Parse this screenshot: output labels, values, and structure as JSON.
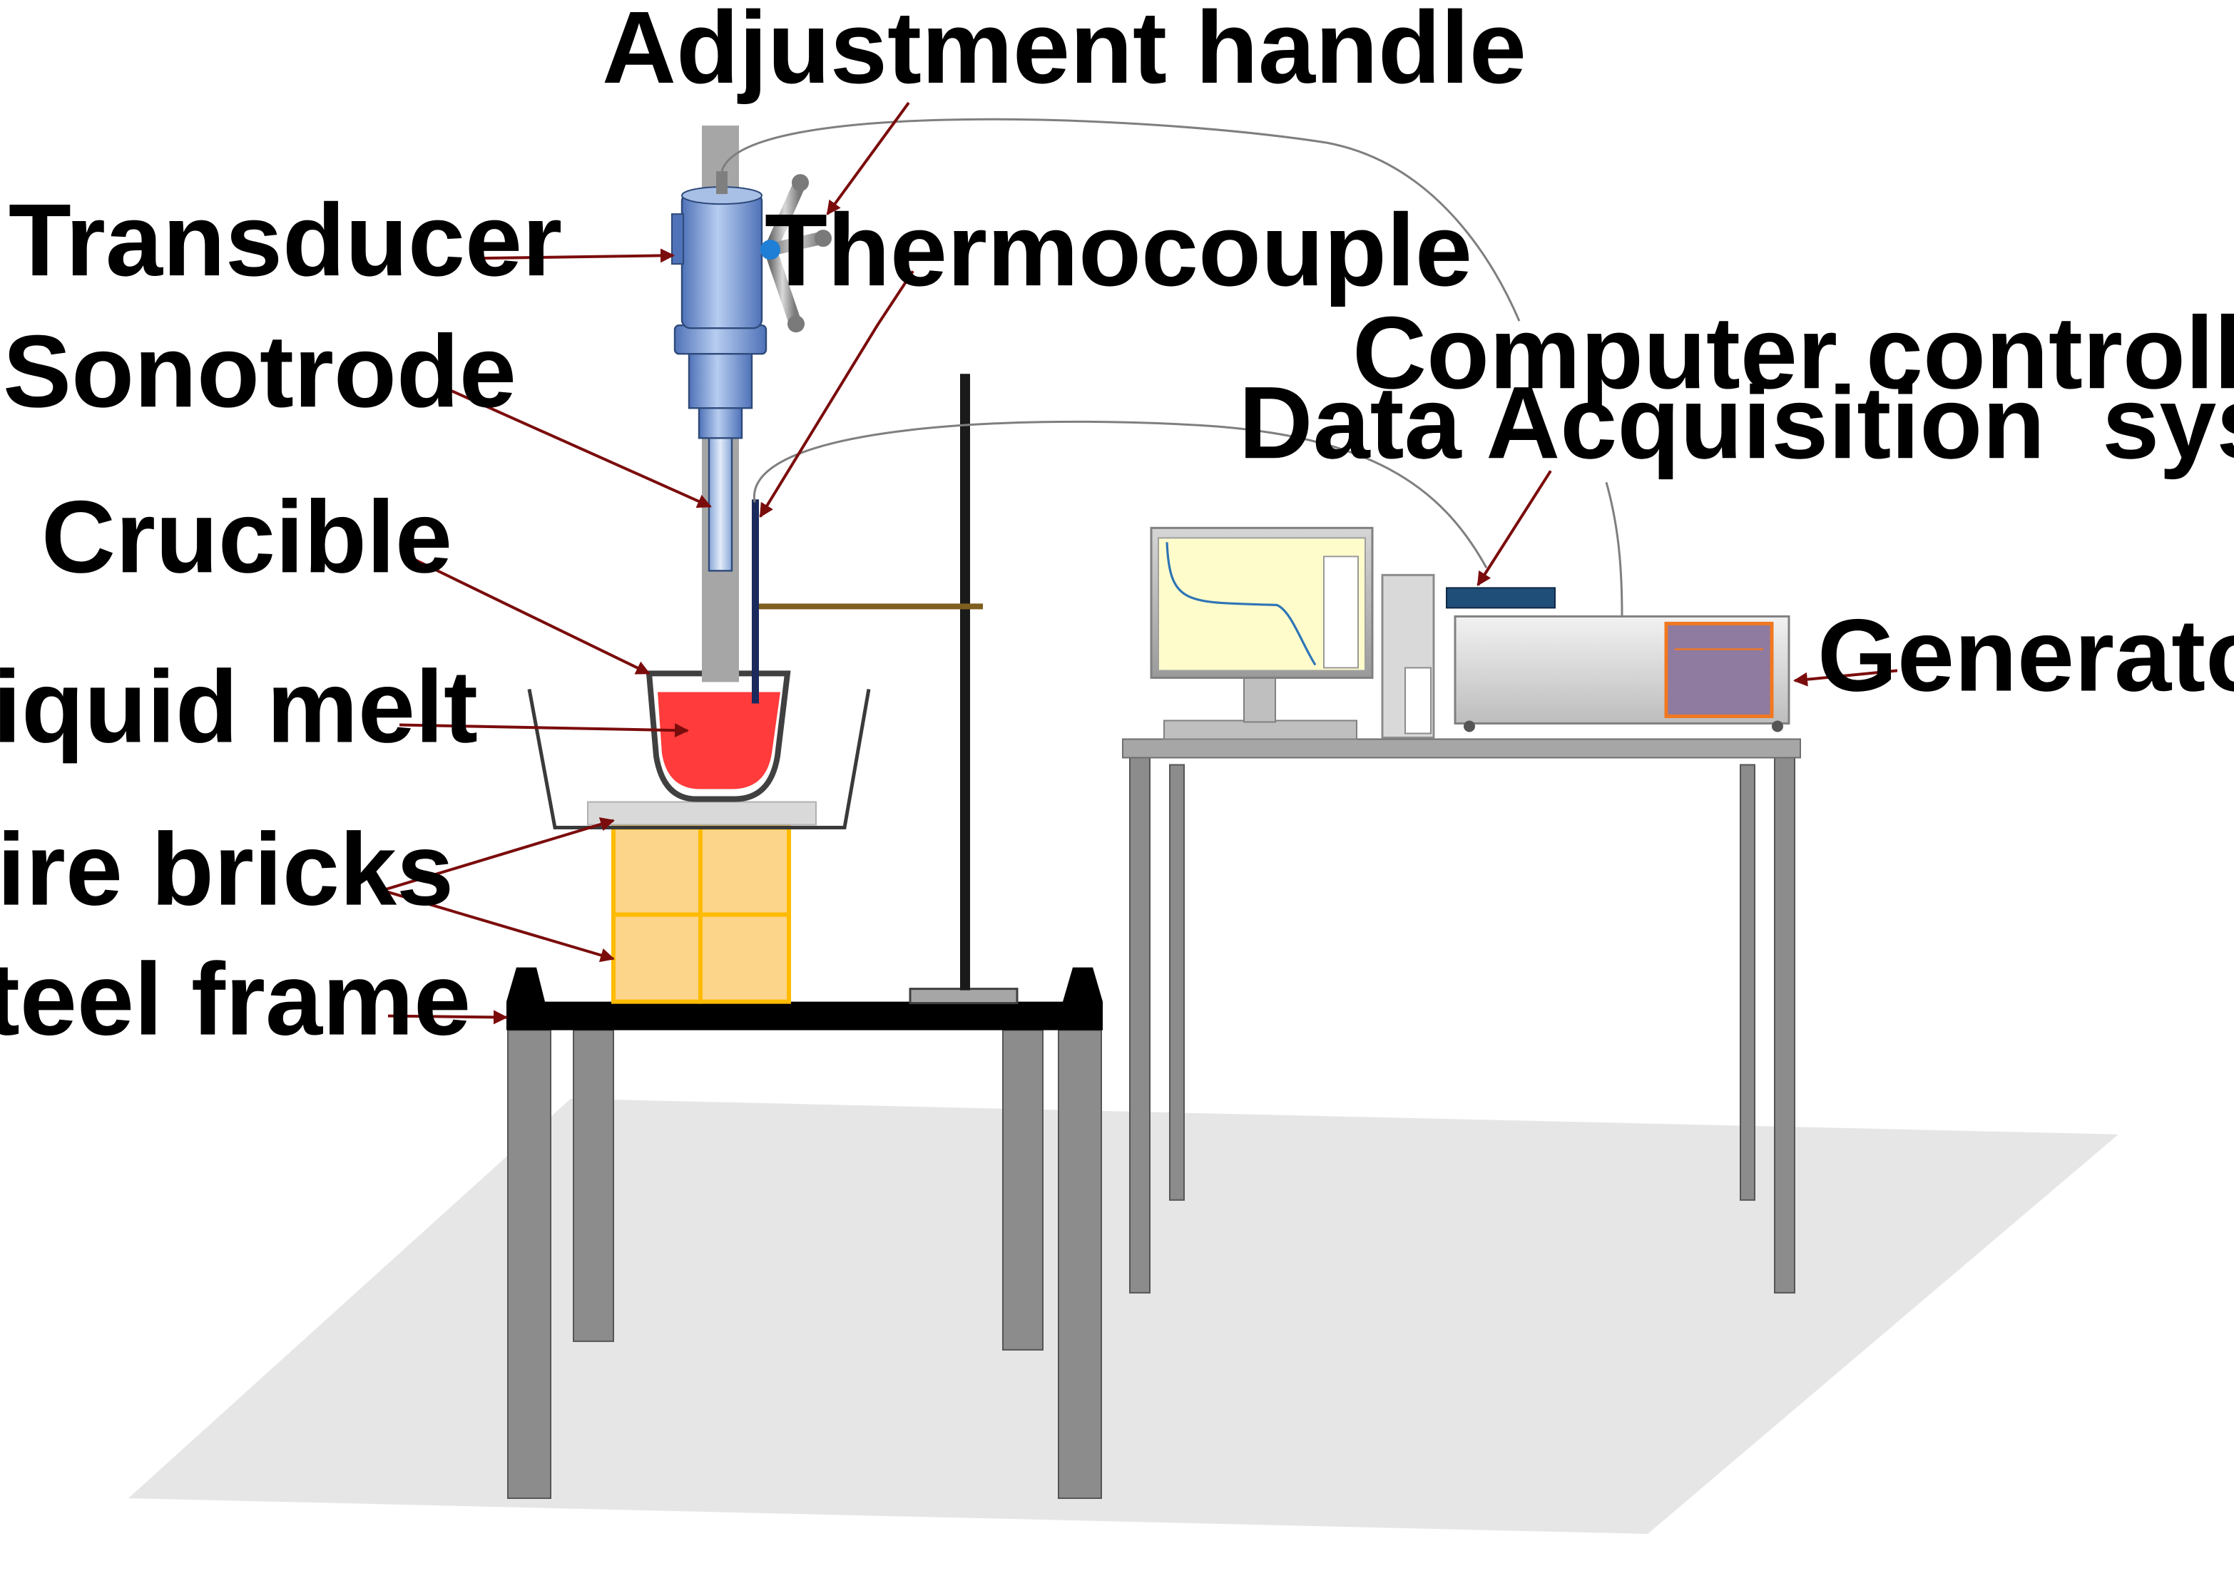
{
  "labels": {
    "adjustment_handle": "Adjustment handle",
    "transducer": "Transducer",
    "thermocouple": "Thermocouple",
    "sonotrode": "Sonotrode",
    "crucible": "Crucible",
    "liquid_melt": "Liquid melt",
    "fire_bricks": "Fire bricks",
    "steel_frame": "Steel frame",
    "daq_line1": "Computer controlled",
    "daq_line2": "Data Acquisition  system",
    "generator": "Generator"
  },
  "colors": {
    "arrow": "#7b0c0c",
    "melt": "#ff3b3b",
    "brick_fill": "#fcd58a",
    "brick_edge": "#ffbb00",
    "frame": "#000000",
    "legs": "#8c8c8c",
    "transducer": "#6f93cf",
    "floor": "#e6e6e6",
    "monitor_screen": "#fffccc",
    "generator_panel": "#8f7aa0",
    "generator_border": "#f07820",
    "daq_device": "#1f4e79",
    "wire": "#7f7f7f"
  }
}
